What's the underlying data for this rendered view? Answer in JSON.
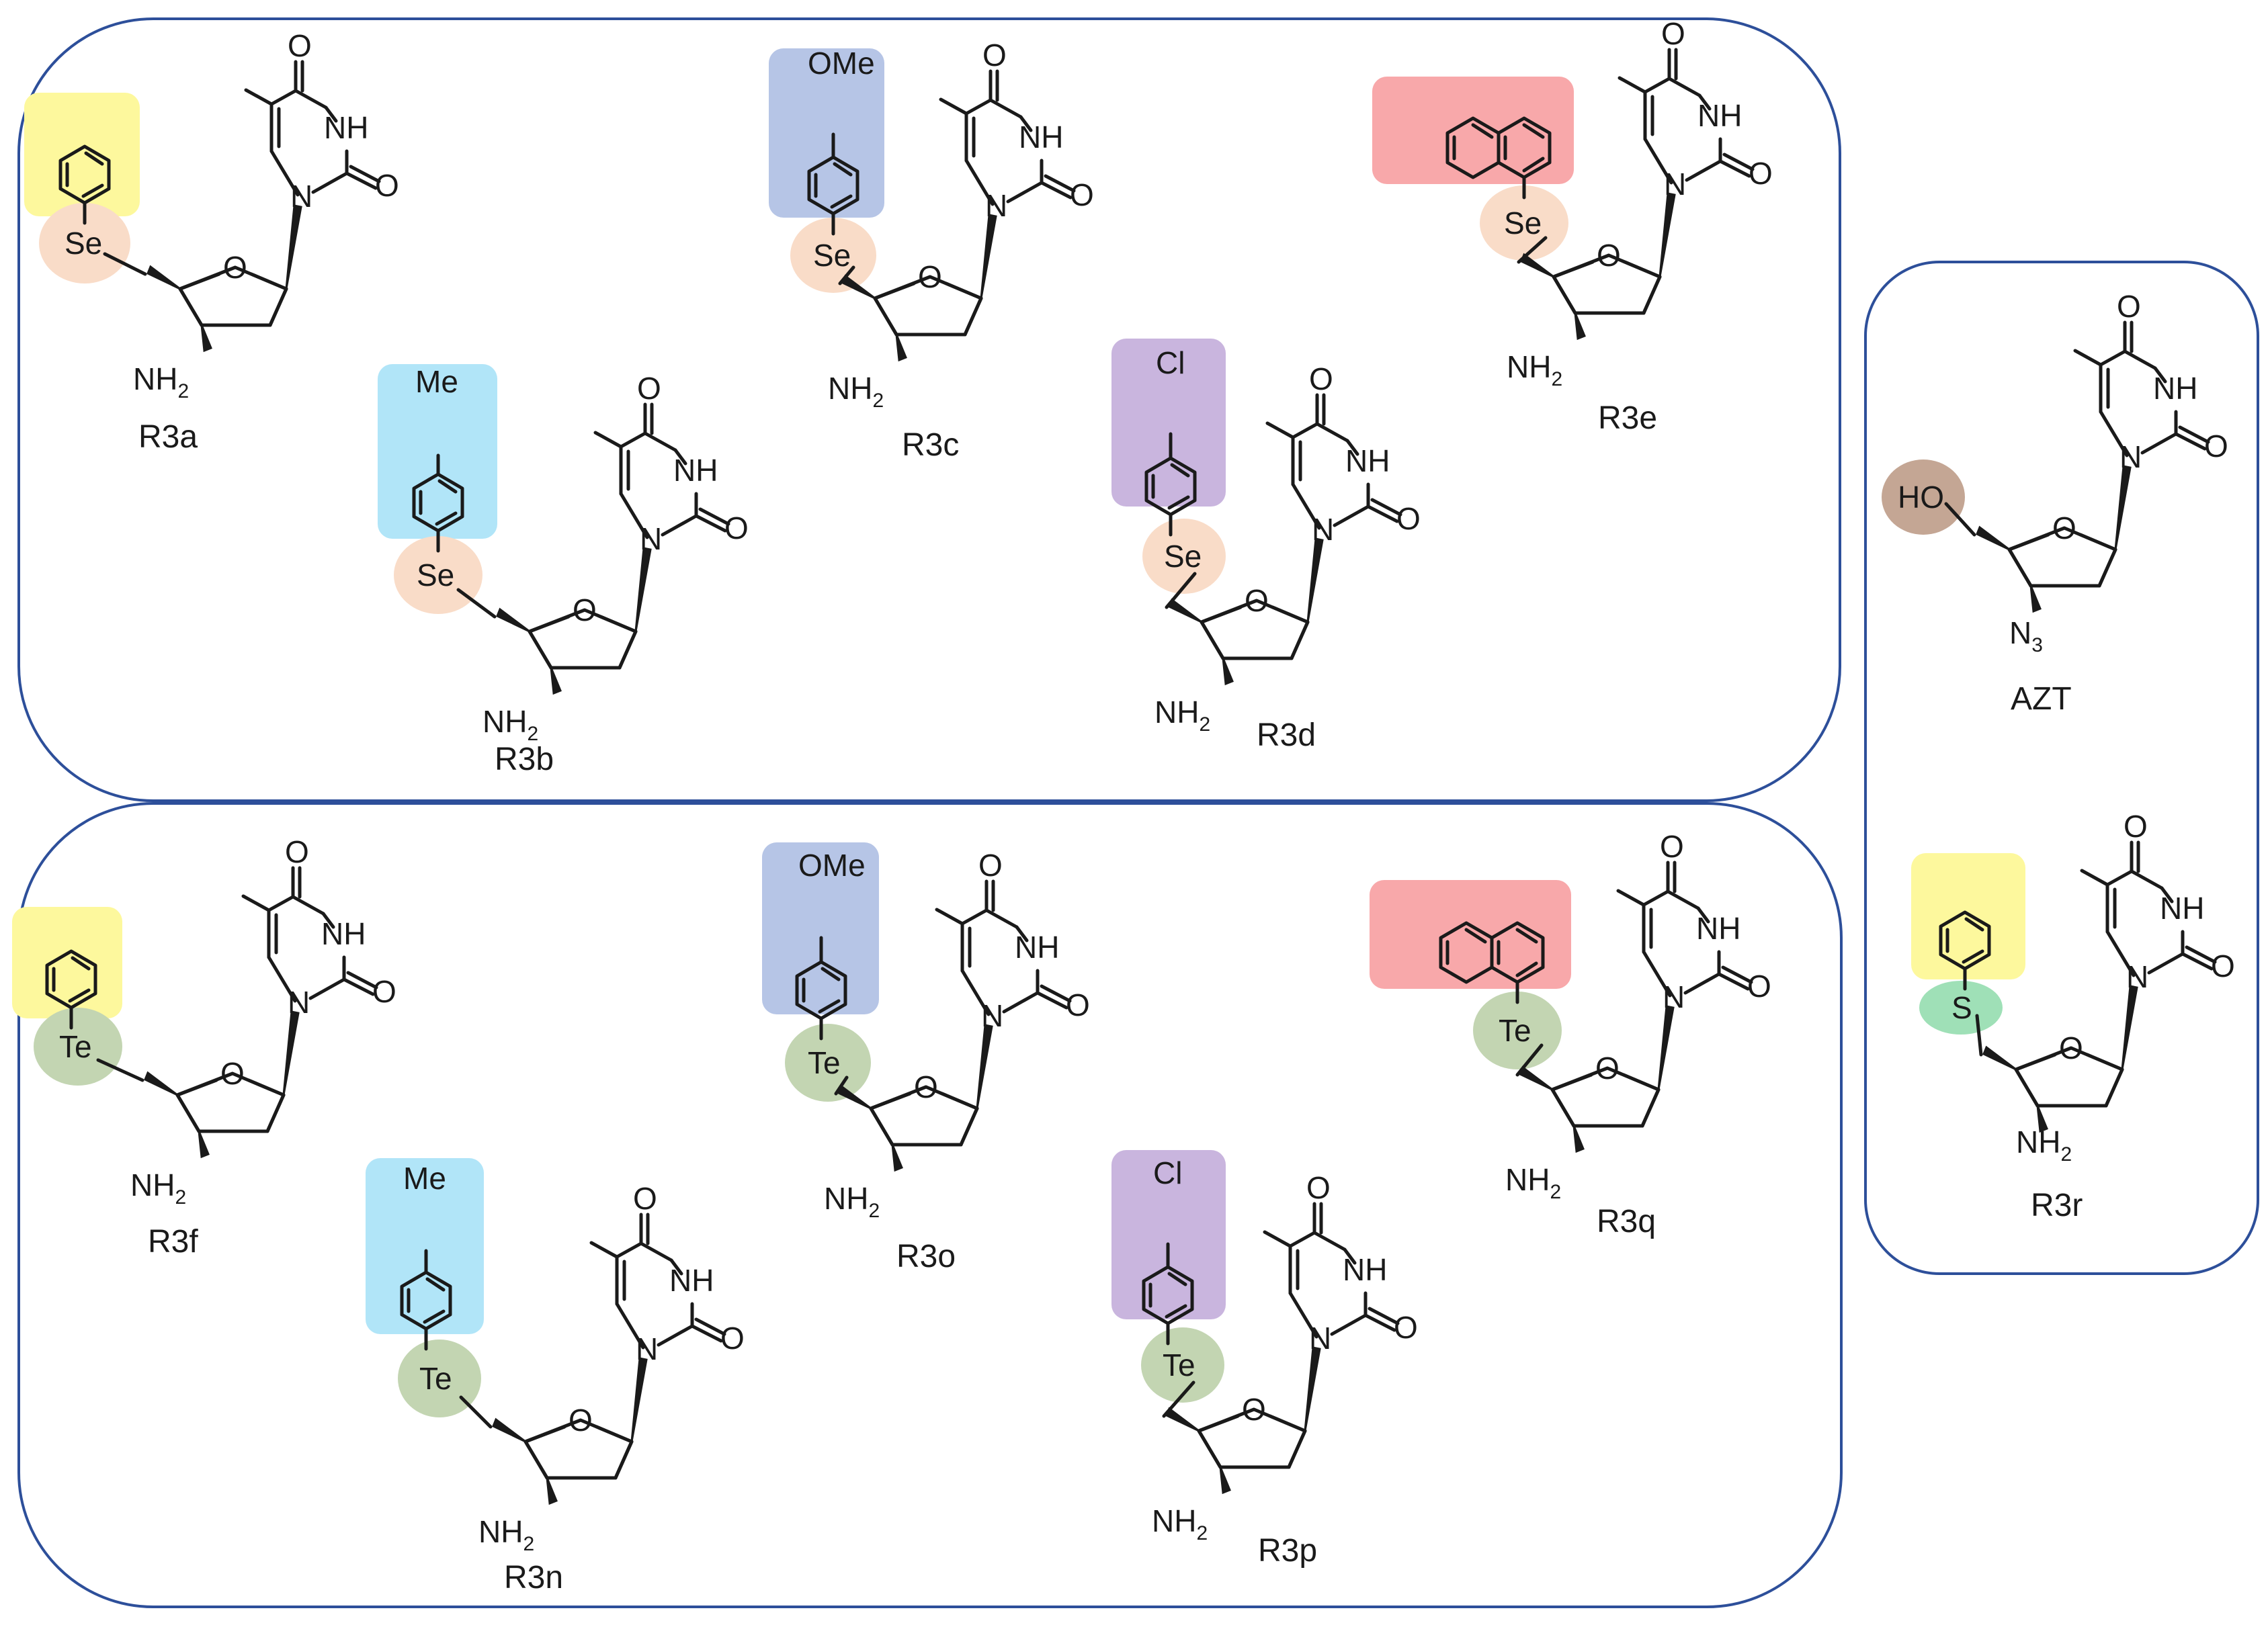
{
  "groups": [
    {
      "id": "selenium",
      "members": [
        "R3a",
        "R3b",
        "R3c",
        "R3d",
        "R3e"
      ]
    },
    {
      "id": "tellurium",
      "members": [
        "R3f",
        "R3n",
        "R3o",
        "R3p",
        "R3q"
      ]
    },
    {
      "id": "references",
      "members": [
        "AZT",
        "R3r"
      ]
    }
  ],
  "colors": {
    "border": "#2d4f9a",
    "phenyl": "#fdf89d",
    "tolyl": "#b1e5f8",
    "anisyl": "#b6c5e6",
    "chlorophenyl": "#c9b5de",
    "naphthyl": "#f8a8aa",
    "selenium": "#f9dcc8",
    "tellurium": "#c3d5b2",
    "sulfur": "#9fe0b7",
    "hydroxyl": "#c4a694"
  },
  "atoms": {
    "o": "O",
    "nh": "NH",
    "n": "N",
    "nh2_main": "NH",
    "nh2_sub": "2",
    "n3_main": "N",
    "n3_sub": "3",
    "ho": "HO",
    "me": "Me",
    "ome": "OMe",
    "cl": "Cl"
  },
  "compounds": [
    {
      "id": "R3a",
      "name": "R3a",
      "chalcogen": "Se",
      "aryl": "phenyl",
      "sugar_sub": "amine"
    },
    {
      "id": "R3b",
      "name": "R3b",
      "chalcogen": "Se",
      "aryl": "tolyl",
      "sugar_sub": "amine"
    },
    {
      "id": "R3c",
      "name": "R3c",
      "chalcogen": "Se",
      "aryl": "anisyl",
      "sugar_sub": "amine"
    },
    {
      "id": "R3d",
      "name": "R3d",
      "chalcogen": "Se",
      "aryl": "chlorophenyl",
      "sugar_sub": "amine"
    },
    {
      "id": "R3e",
      "name": "R3e",
      "chalcogen": "Se",
      "aryl": "naphthyl",
      "sugar_sub": "amine"
    },
    {
      "id": "R3f",
      "name": "R3f",
      "chalcogen": "Te",
      "aryl": "phenyl",
      "sugar_sub": "amine"
    },
    {
      "id": "R3n",
      "name": "R3n",
      "chalcogen": "Te",
      "aryl": "tolyl",
      "sugar_sub": "amine"
    },
    {
      "id": "R3o",
      "name": "R3o",
      "chalcogen": "Te",
      "aryl": "anisyl",
      "sugar_sub": "amine"
    },
    {
      "id": "R3p",
      "name": "R3p",
      "chalcogen": "Te",
      "aryl": "chlorophenyl",
      "sugar_sub": "amine"
    },
    {
      "id": "R3q",
      "name": "R3q",
      "chalcogen": "Te",
      "aryl": "naphthyl",
      "sugar_sub": "amine"
    },
    {
      "id": "AZT",
      "name": "AZT",
      "chalcogen": "HO",
      "aryl": "none",
      "sugar_sub": "azide"
    },
    {
      "id": "R3r",
      "name": "R3r",
      "chalcogen": "S",
      "aryl": "phenyl",
      "sugar_sub": "amine"
    }
  ]
}
